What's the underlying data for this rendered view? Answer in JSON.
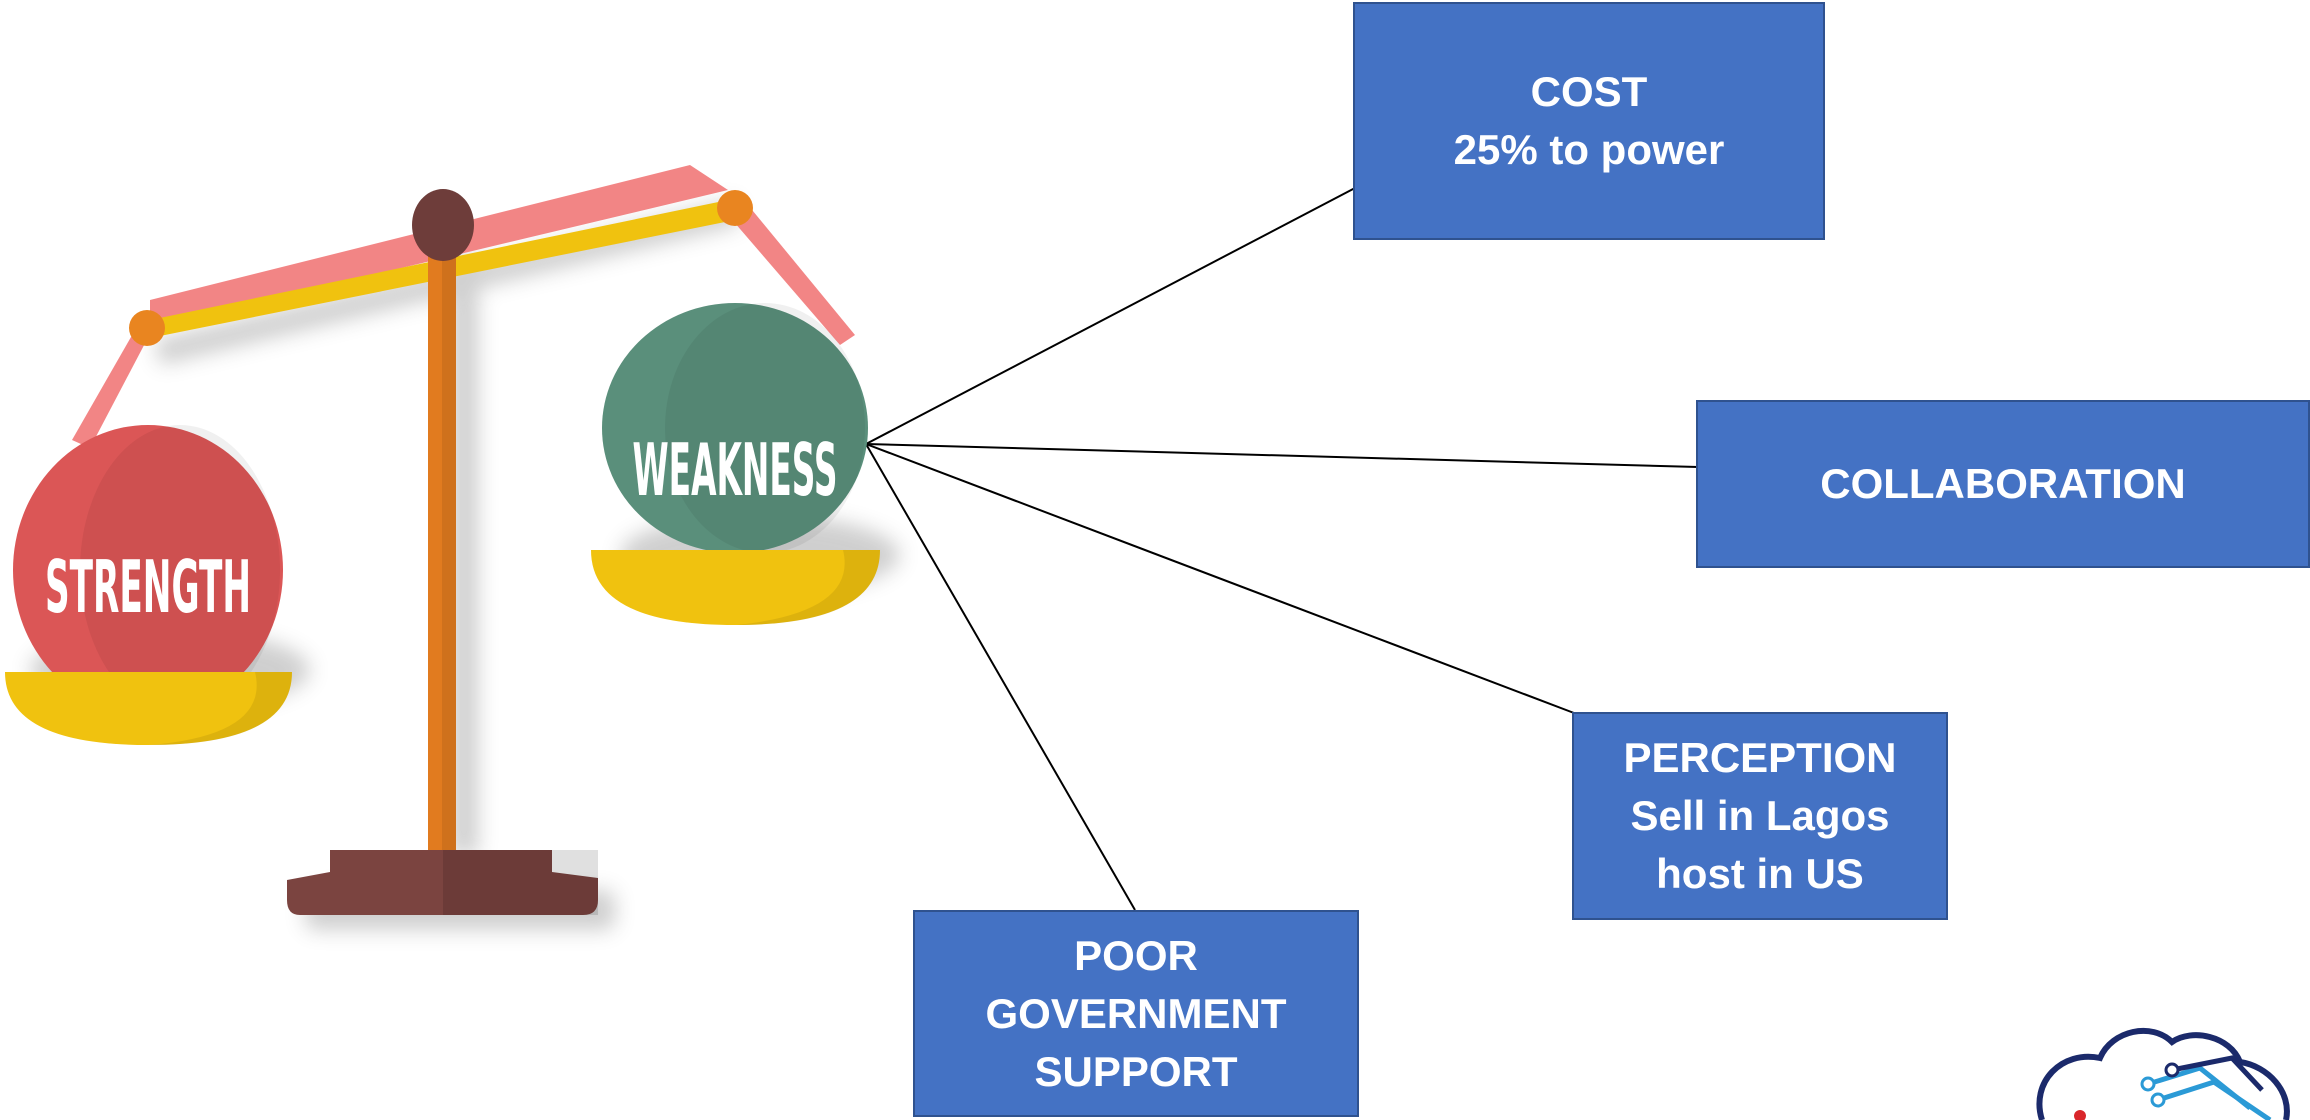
{
  "colors": {
    "box_fill": "#4472c4",
    "box_border": "#2f528f",
    "box_text": "#ffffff",
    "beam_top": "#f28585",
    "beam_bottom": "#f0c20f",
    "pivot_dark": "#6e3d3a",
    "joint": "#e98520",
    "post": "#e17b1f",
    "base": "#7b4440",
    "strength_ball": "#db5656",
    "weakness_ball": "#5a8f7b",
    "pan": "#f0c20f",
    "connector": "#000000"
  },
  "scale": {
    "strength_label": "STRENGTH",
    "weakness_label": "WEAKNESS"
  },
  "boxes": {
    "cost": {
      "line1": "COST",
      "line2": "25% to power"
    },
    "collaboration": {
      "line1": "COLLABORATION"
    },
    "perception": {
      "line1": "PERCEPTION",
      "line2": "Sell in Lagos",
      "line3": "host in US"
    },
    "government": {
      "line1": "POOR",
      "line2": "GOVERNMENT",
      "line3": "SUPPORT"
    }
  },
  "logo": {
    "icon": "cloud-circuit-logo"
  }
}
